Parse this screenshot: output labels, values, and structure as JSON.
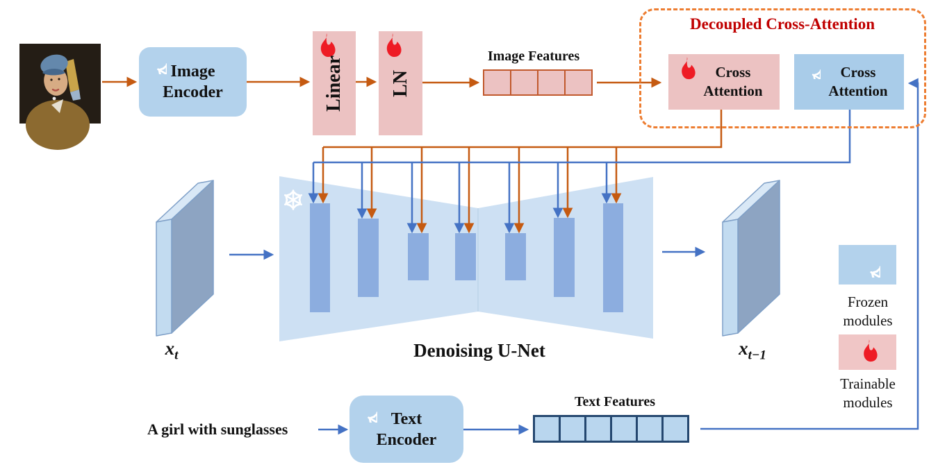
{
  "pipeline": {
    "reference_image": "girl-with-pearl-earring-painting",
    "image_encoder": {
      "line1": "Image",
      "line2": "Encoder",
      "state": "frozen"
    },
    "linear": {
      "label": "Linear",
      "state": "trainable"
    },
    "ln": {
      "label": "LN",
      "state": "trainable"
    },
    "image_features": {
      "label": "Image Features",
      "cell_count": 4
    },
    "decoupled": {
      "title": "Decoupled Cross-Attention",
      "cross_attention_image": {
        "line1": "Cross",
        "line2": "Attention",
        "state": "trainable"
      },
      "cross_attention_text": {
        "line1": "Cross",
        "line2": "Attention",
        "state": "frozen"
      }
    },
    "unet": {
      "label": "Denoising U-Net",
      "bar_count": 7,
      "state": "frozen"
    },
    "xt": {
      "base": "x",
      "sub": "t"
    },
    "xt_minus_1": {
      "base": "x",
      "sub": "t−1"
    },
    "prompt": "A girl with sunglasses",
    "text_encoder": {
      "line1": "Text",
      "line2": "Encoder",
      "state": "frozen"
    },
    "text_features": {
      "label": "Text Features",
      "cell_count": 6
    }
  },
  "legend": {
    "frozen": {
      "line1": "Frozen",
      "line2": "modules"
    },
    "trainable": {
      "line1": "Trainable",
      "line2": "modules"
    }
  },
  "colors": {
    "orange_arrow": "#C55A11",
    "blue_arrow": "#4472C4",
    "dashed_border": "#ED7D31",
    "title_red": "#C00000",
    "frozen_blue": "#B3D2EC",
    "trainable_pink": "#ECC2C2",
    "unet_body": "#CDE0F3",
    "unet_bar": "#8CADDF",
    "flame_red": "#EE1C25"
  }
}
